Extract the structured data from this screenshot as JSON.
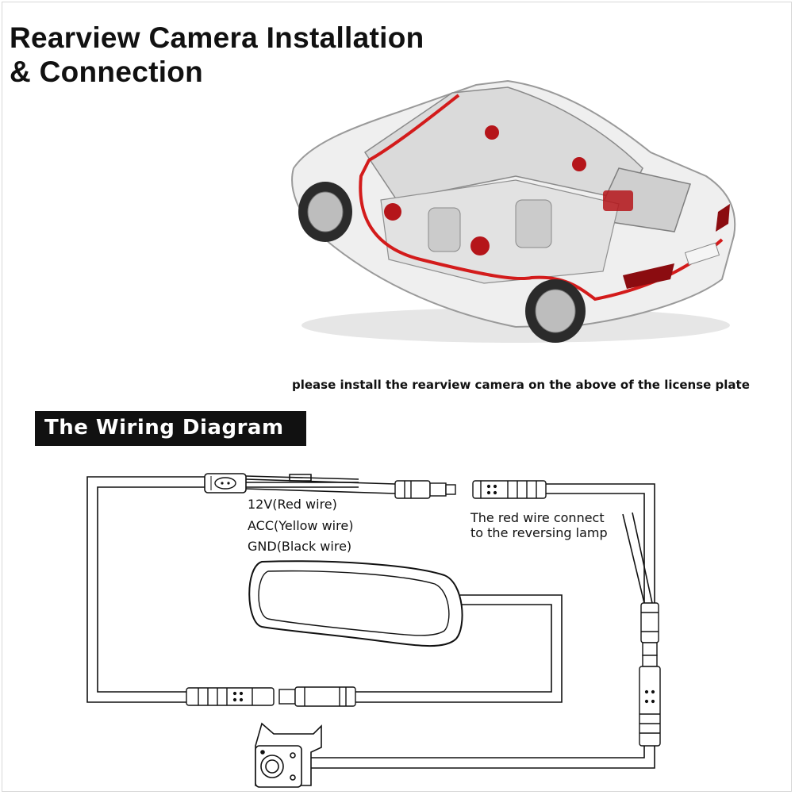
{
  "title": {
    "line1": "Rearview Camera Installation",
    "line2": "& Connection"
  },
  "caption": "please install the rearview camera on the above of the license plate",
  "section": {
    "heading": "The Wiring Diagram"
  },
  "wire_labels": {
    "red": "12V(Red wire)",
    "yellow": "ACC(Yellow wire)",
    "black": "GND(Black wire)"
  },
  "note": {
    "line1": "The red wire connect",
    "line2": "to the reversing lamp"
  },
  "colors": {
    "route_wire": "#d31b1b",
    "ink": "#111111",
    "car_body": "#ececec"
  },
  "icons": [
    "car-illustration",
    "rearview-mirror-monitor",
    "rear-camera",
    "power-connector",
    "extension-cable-connector"
  ]
}
